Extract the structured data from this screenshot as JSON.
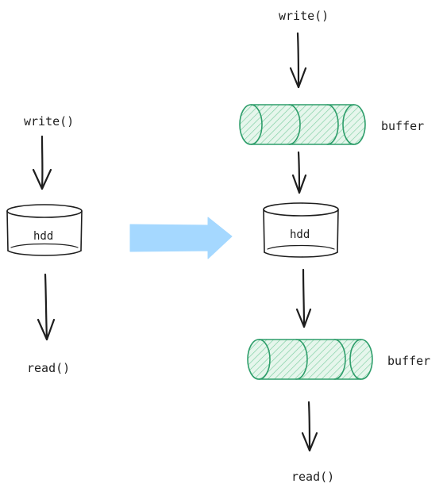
{
  "left": {
    "write_label": "write()",
    "hdd_label": "hdd",
    "read_label": "read()"
  },
  "right": {
    "write_label": "write()",
    "buffer_top_label": "buffer",
    "hdd_label": "hdd",
    "buffer_bottom_label": "buffer",
    "read_label": "read()"
  },
  "colors": {
    "ink": "#1e1e1e",
    "buffer_stroke": "#2f9e6b",
    "buffer_hatch": "#7fcfa3",
    "transition_arrow": "#a5d8ff"
  },
  "icons": {
    "hdd": "cylinder-icon",
    "buffer": "hatched-tube-icon",
    "transition": "right-arrow-icon",
    "flow": "down-arrow-icon"
  }
}
